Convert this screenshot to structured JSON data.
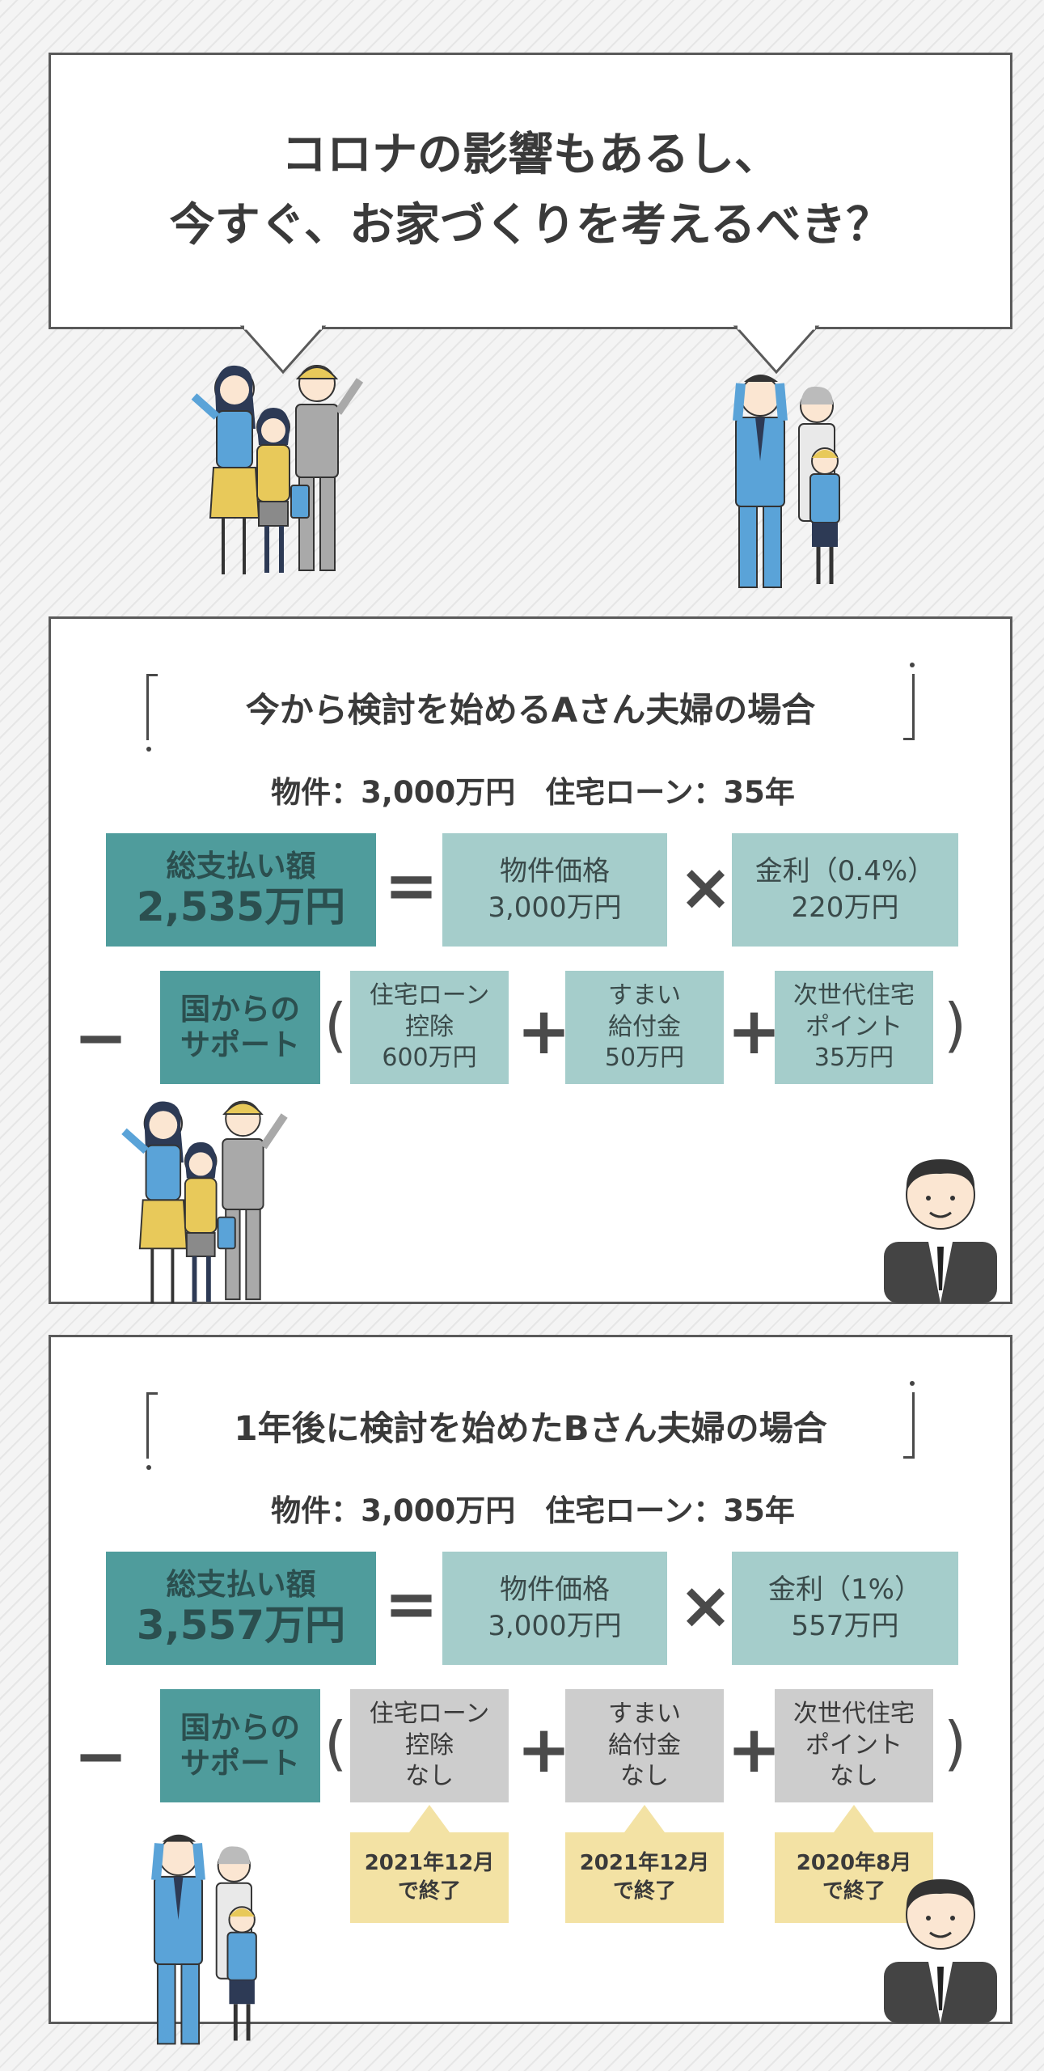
{
  "header": {
    "question_line1": "コロナの影響もあるし、",
    "question_line2": "今すぐ、お家づくりを考えるべき？"
  },
  "panel_a": {
    "title": "今から検討を始めるAさん夫婦の場合",
    "conditions": "物件：3,000万円　住宅ローン：35年",
    "total_label": "総支払い額",
    "total_value": "2,535万円",
    "equals": "=",
    "times": "×",
    "minus": "−",
    "plus": "+",
    "paren_open": "(",
    "paren_close": ")",
    "price_label": "物件価格",
    "price_value": "3,000万円",
    "interest_label": "金利（0.4%）",
    "interest_value": "220万円",
    "support_line1": "国からの",
    "support_line2": "サポート",
    "items": [
      {
        "line1": "住宅ローン",
        "line2": "控除",
        "line3": "600万円"
      },
      {
        "line1": "すまい",
        "line2": "給付金",
        "line3": "50万円"
      },
      {
        "line1": "次世代住宅",
        "line2": "ポイント",
        "line3": "35万円"
      }
    ]
  },
  "panel_b": {
    "title": "1年後に検討を始めたBさん夫婦の場合",
    "conditions": "物件：3,000万円　住宅ローン：35年",
    "total_label": "総支払い額",
    "total_value": "3,557万円",
    "equals": "=",
    "times": "×",
    "minus": "−",
    "plus": "+",
    "paren_open": "(",
    "paren_close": ")",
    "price_label": "物件価格",
    "price_value": "3,000万円",
    "interest_label": "金利（1%）",
    "interest_value": "557万円",
    "support_line1": "国からの",
    "support_line2": "サポート",
    "items": [
      {
        "line1": "住宅ローン",
        "line2": "控除",
        "line3": "なし"
      },
      {
        "line1": "すまい",
        "line2": "給付金",
        "line3": "なし"
      },
      {
        "line1": "次世代住宅",
        "line2": "ポイント",
        "line3": "なし"
      }
    ],
    "notes": [
      {
        "line1": "2021年12月",
        "line2": "で終了"
      },
      {
        "line1": "2021年12月",
        "line2": "で終了"
      },
      {
        "line1": "2020年8月",
        "line2": "で終了"
      }
    ]
  },
  "colors": {
    "dark_teal": "#4f9c9c",
    "light_teal": "#a5cdcb",
    "grey": "#cdcdcd",
    "yellow": "#f3e2a4",
    "blue_suit": "#5aa3d8",
    "mustard": "#e8c95a"
  }
}
